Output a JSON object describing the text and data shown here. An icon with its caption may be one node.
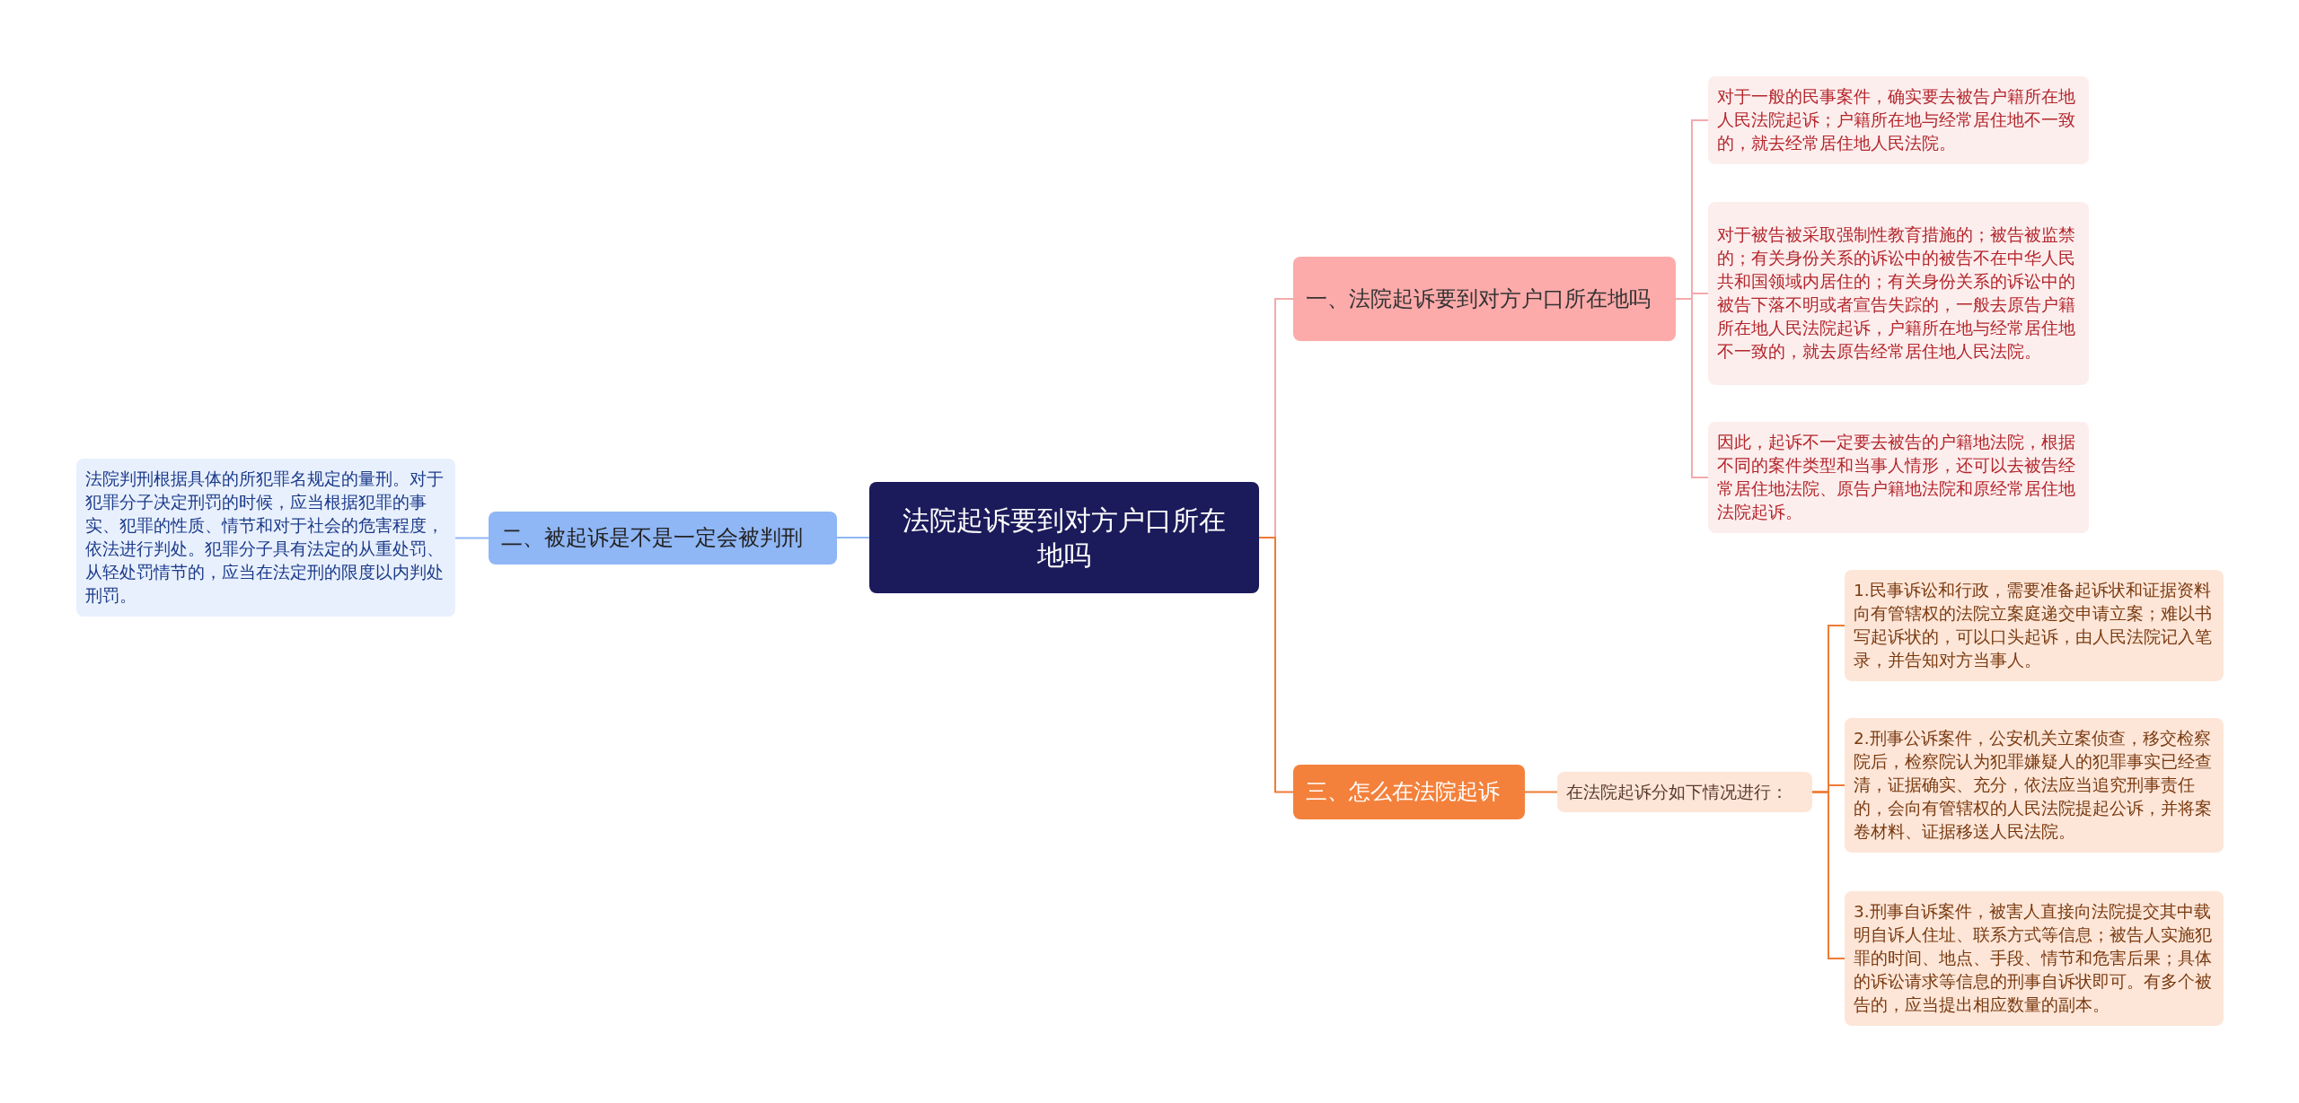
{
  "diagram": {
    "nodes": [
      {
        "text": [
          "法院起诉要到对方户口所在地吗"
        ]
      },
      {
        "text": [
          "一、法院起诉要到对方户口所在地吗"
        ]
      },
      {
        "text": [
          "对于一般的民事案件，确实要去被告户籍所在地人民法院起诉；户籍所在地与经常居住地不一致的，就去经常居住地人民法院。"
        ]
      },
      {
        "text": [
          "对于被告被采取强制性教育措施的；被告被监禁的；有关身份关系的诉讼中的被告不在中华人民共和国领域内居住的；有关身份关系的诉讼中的被告下落不明或者宣告失踪的，一般去原告户籍所在地人民法院起诉，户籍所在地与经常居住地不一致的，就去原告经常居住地人民法院。"
        ]
      },
      {
        "text": [
          "因此，起诉不一定要去被告的户籍地法院，根据不同的案件类型和当事人情形，还可以去被告经常居住地法院、原告户籍地法院和原经常居住地法院起诉。"
        ]
      },
      {
        "text": [
          "二、被起诉是不是一定会被判刑"
        ]
      },
      {
        "text": [
          "法院判刑根据具体的所犯罪名规定的量刑。对于犯罪分子决定刑罚的时候，应当根据犯罪的事实、犯罪的性质、情节和对于社会的危害程度，依法进行判处。犯罪分子具有法定的从重处罚、从轻处罚情节的，应当在法定刑的限度以内判处刑罚。"
        ]
      },
      {
        "text": [
          "三、怎么在法院起诉"
        ]
      },
      {
        "text": [
          "在法院起诉分如下情况进行："
        ]
      },
      {
        "text": [
          "1.民事诉讼和行政，需要准备起诉状和证据资料向有管辖权的法院立案庭递交申请立案；难以书写起诉状的，可以口头起诉，由人民法院记入笔录，并告知对方当事人。"
        ]
      },
      {
        "text": [
          "2.刑事公诉案件，公安机关立案侦查，移交检察院后，检察院认为犯罪嫌疑人的犯罪事实已经查清，证据确实、充分，依法应当追究刑事责任的，会向有管辖权的人民法院提起公诉，并将案卷材料、证据移送人民法院。"
        ]
      },
      {
        "text": [
          "3.刑事自诉案件，被害人直接向法院提交其中载明自诉人住址、联系方式等信息；被告人实施犯罪的时间、地点、手段、情节和危害后果；具体的诉讼请求等信息的刑事自诉状即可。有多个被告的，应当提出相应数量的副本。"
        ]
      }
    ],
    "edges": [
      {
        "from": 0,
        "to": 1,
        "arrow": "none",
        "color": "#f4aaaa"
      },
      {
        "from": 1,
        "to": 2,
        "arrow": "none",
        "color": "#f4aaaa"
      },
      {
        "from": 1,
        "to": 3,
        "arrow": "none",
        "color": "#f4aaaa"
      },
      {
        "from": 1,
        "to": 4,
        "arrow": "none",
        "color": "#f4aaaa"
      },
      {
        "from": 0,
        "to": 5,
        "arrow": "none",
        "color": "#8fb6f5"
      },
      {
        "from": 5,
        "to": 6,
        "arrow": "none",
        "color": "#8fb6f5"
      },
      {
        "from": 0,
        "to": 7,
        "arrow": "none",
        "color": "#ef7a35"
      },
      {
        "from": 7,
        "to": 8,
        "arrow": "none",
        "color": "#ef7a35"
      },
      {
        "from": 8,
        "to": 9,
        "arrow": "none",
        "color": "#ef7a35"
      },
      {
        "from": 8,
        "to": 10,
        "arrow": "none",
        "color": "#ef7a35"
      },
      {
        "from": 8,
        "to": 11,
        "arrow": "none",
        "color": "#ef7a35"
      }
    ]
  }
}
